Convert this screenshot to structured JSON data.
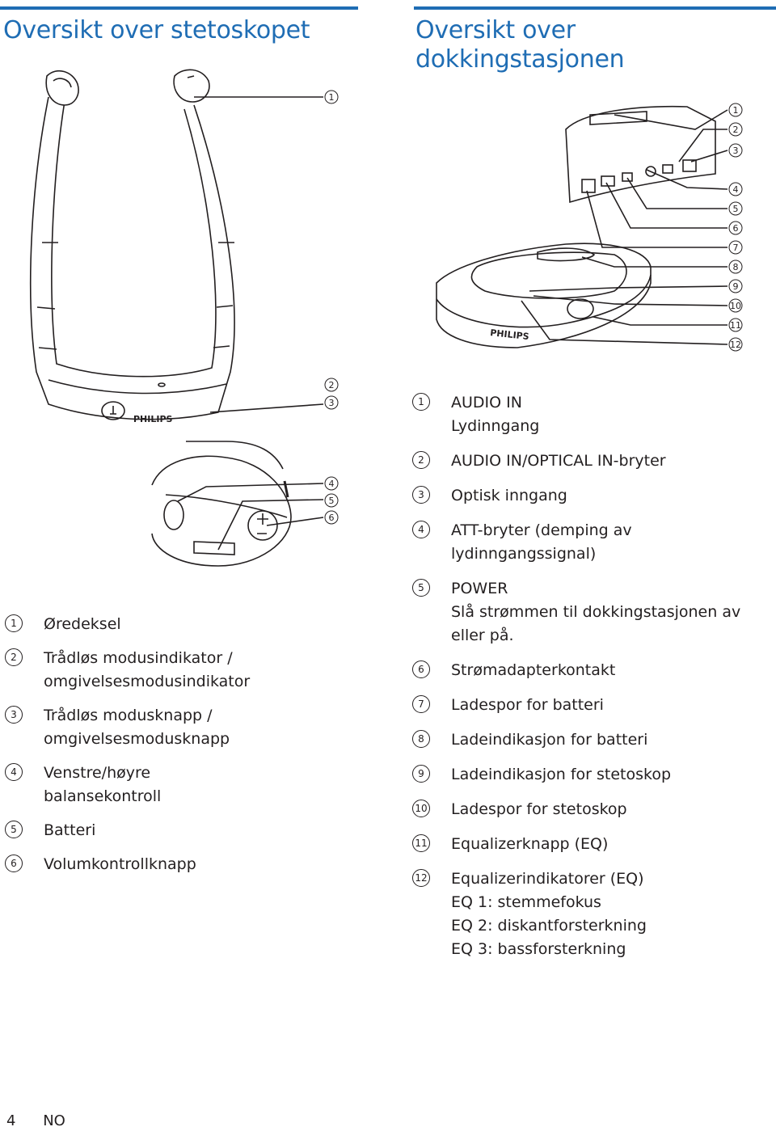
{
  "left": {
    "title": "Oversikt over stetoskopet",
    "brand": "PHILIPS",
    "callouts": [
      "1",
      "2",
      "3",
      "4",
      "5",
      "6"
    ],
    "items": [
      {
        "n": "1",
        "text": "Øredeksel"
      },
      {
        "n": "2",
        "text": "Trådløs modusindikator / omgivelsesmodusindikator"
      },
      {
        "n": "3",
        "text": "Trådløs modusknapp / omgivelsesmodusknapp"
      },
      {
        "n": "4",
        "text": "Venstre/høyre balansekontroll"
      },
      {
        "n": "5",
        "text": "Batteri"
      },
      {
        "n": "6",
        "text": "Volumkontrollknapp"
      }
    ]
  },
  "right": {
    "title": "Oversikt over dokkingstasjonen",
    "brand": "PHILIPS",
    "callouts": [
      "1",
      "2",
      "3",
      "4",
      "5",
      "6",
      "7",
      "8",
      "9",
      "10",
      "11",
      "12"
    ],
    "items": [
      {
        "n": "1",
        "text": "AUDIO IN",
        "sub": [
          "Lydinngang"
        ]
      },
      {
        "n": "2",
        "text": "AUDIO IN/OPTICAL IN-bryter"
      },
      {
        "n": "3",
        "text": "Optisk inngang"
      },
      {
        "n": "4",
        "text": "ATT-bryter (demping av lydinngangssignal)"
      },
      {
        "n": "5",
        "text": "POWER",
        "sub": [
          "Slå strømmen til dokkingstasjonen av eller på."
        ]
      },
      {
        "n": "6",
        "text": "Strømadapterkontakt"
      },
      {
        "n": "7",
        "text": "Ladespor for batteri"
      },
      {
        "n": "8",
        "text": "Ladeindikasjon for batteri"
      },
      {
        "n": "9",
        "text": "Ladeindikasjon for stetoskop"
      },
      {
        "n": "10",
        "text": "Ladespor for stetoskop"
      },
      {
        "n": "11",
        "text": "Equalizerknapp (EQ)"
      },
      {
        "n": "12",
        "text": "Equalizerindikatorer (EQ)",
        "sub": [
          "EQ 1: stemmefokus",
          "EQ 2: diskantforsterkning",
          "EQ 3: bassforsterkning"
        ]
      }
    ]
  },
  "footer": {
    "page": "4",
    "lang": "NO"
  }
}
